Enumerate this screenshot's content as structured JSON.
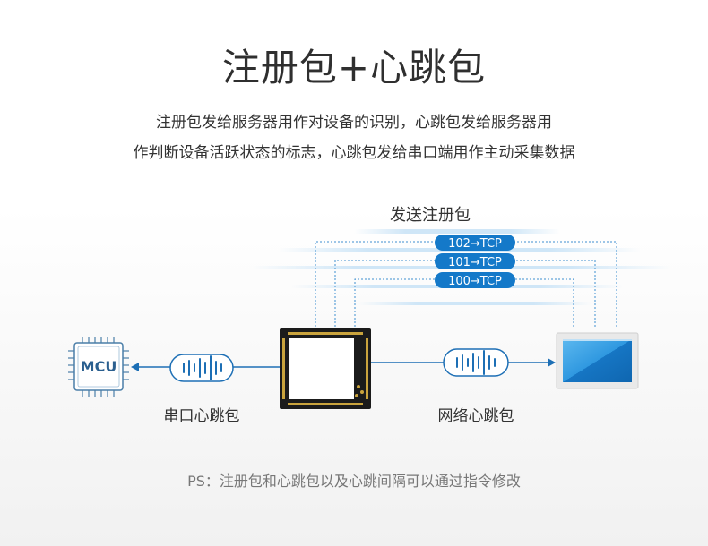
{
  "title": "注册包+心跳包",
  "description": [
    "注册包发给服务器用作对设备的识别，心跳包发给服务器用",
    "作判断设备活跃状态的标志，心跳包发给串口端用作主动采集数据"
  ],
  "diagram": {
    "send_label": "发送注册包",
    "packets": [
      "102→TCP",
      "101→TCP",
      "100→TCP"
    ],
    "mcu_label": "MCU",
    "serial_label": "串口心跳包",
    "network_label": "网络心跳包"
  },
  "note": "PS：注册包和心跳包以及心跳间隔可以通过指令修改",
  "colors": {
    "accent": "#0f7ac7",
    "pill": "#1479c9",
    "screen": "#3aa2e6",
    "chip": "#1a1a1a"
  }
}
